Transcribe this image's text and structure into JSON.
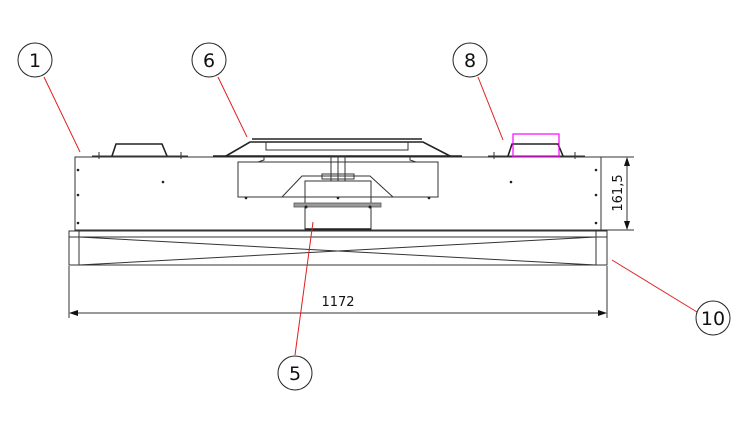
{
  "callouts": [
    {
      "id": "1"
    },
    {
      "id": "6"
    },
    {
      "id": "8"
    },
    {
      "id": "5"
    },
    {
      "id": "10"
    }
  ],
  "dimensions": {
    "width": "1172",
    "height": "161,5"
  },
  "colors": {
    "leader": "#e02020",
    "highlight": "#ff00ff",
    "lines": "#333333"
  }
}
